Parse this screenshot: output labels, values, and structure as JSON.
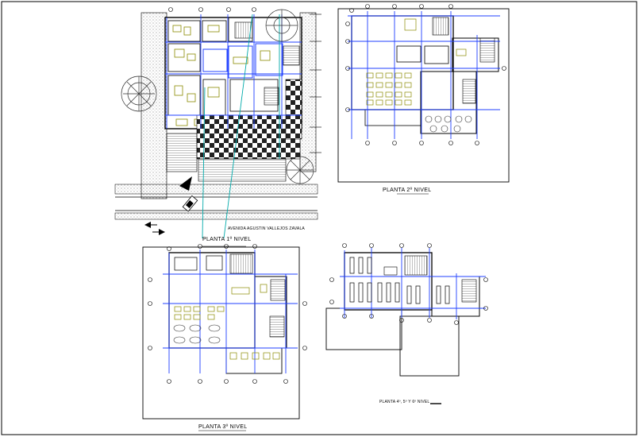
{
  "drawing": {
    "plans": [
      {
        "id": "plan-1",
        "title": "PLANTA 1º NIVEL"
      },
      {
        "id": "plan-2",
        "title": "PLANTA 2º NIVEL"
      },
      {
        "id": "plan-3",
        "title": "PLANTA 3º NIVEL"
      },
      {
        "id": "plan-45",
        "title": "PLANTA 4º, 5º Y 6º NIVEL"
      }
    ],
    "street_label": "AVENIDA AGUSTIN VALLEJOS ZAVALA",
    "colors": {
      "lines": "#000000",
      "grid": "#2040ff",
      "accent": "#00aaaa",
      "furniture": "#8a8a00",
      "vegetation": "#555555"
    }
  }
}
